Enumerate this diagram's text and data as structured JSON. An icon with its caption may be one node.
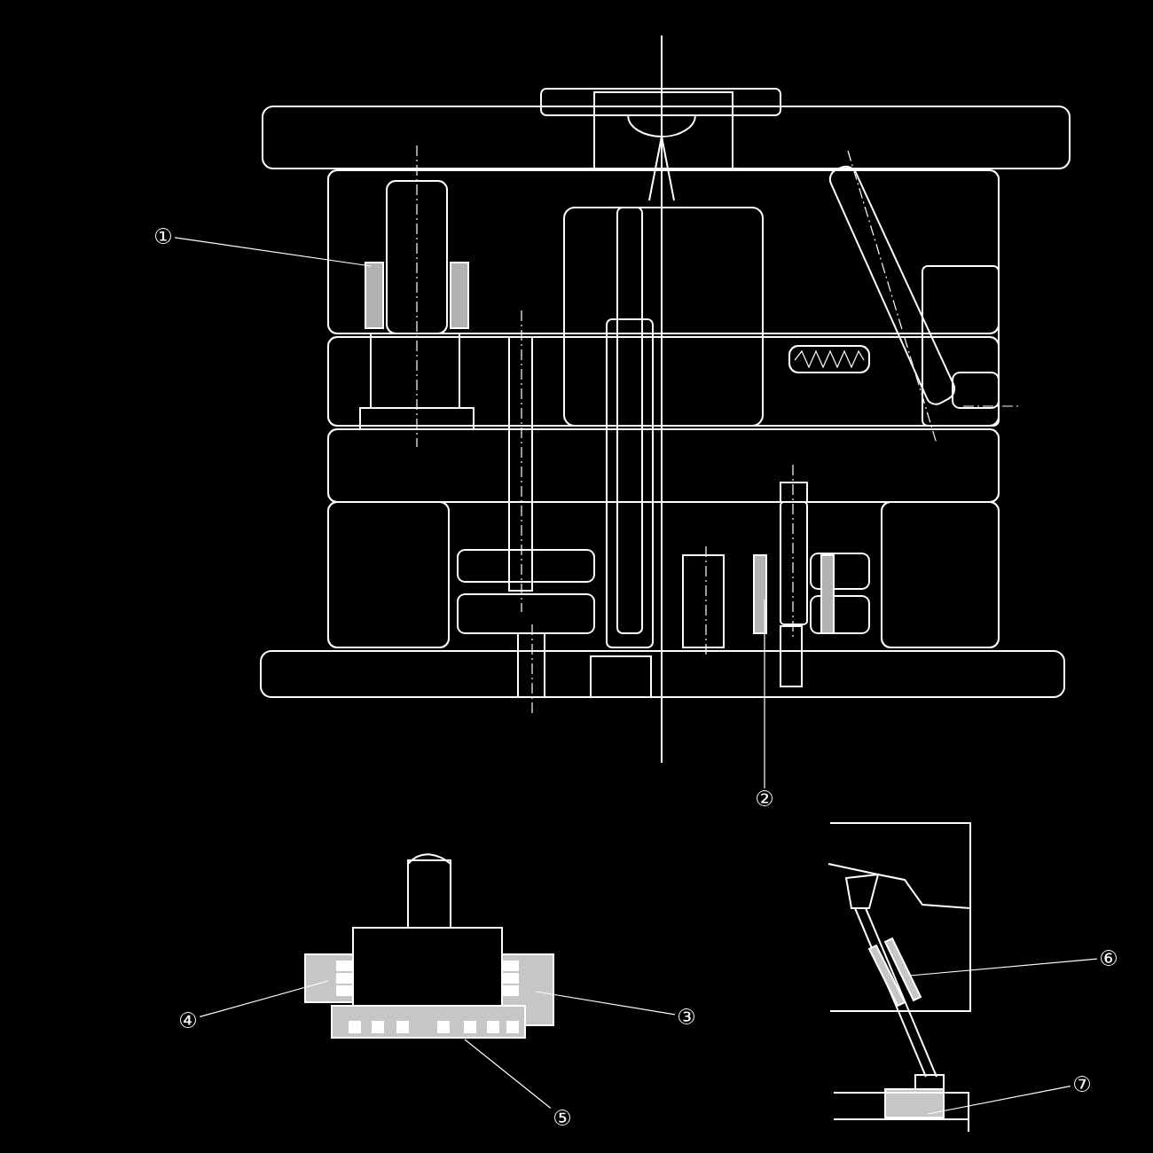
{
  "diagram": {
    "nodes": [
      {
        "text": [
          "①"
        ]
      },
      {
        "text": [
          "②"
        ]
      },
      {
        "text": [
          "③"
        ]
      },
      {
        "text": [
          "④"
        ]
      },
      {
        "text": [
          "⑤"
        ]
      },
      {
        "text": [
          "⑥"
        ]
      },
      {
        "text": [
          "⑦"
        ]
      }
    ],
    "edges": [
      {
        "from": 0,
        "to": null,
        "arrow": "none"
      },
      {
        "from": 1,
        "to": null,
        "arrow": "none"
      },
      {
        "from": 2,
        "to": null,
        "arrow": "none"
      },
      {
        "from": 3,
        "to": null,
        "arrow": "none"
      },
      {
        "from": 4,
        "to": null,
        "arrow": "none"
      },
      {
        "from": 5,
        "to": null,
        "arrow": "none"
      },
      {
        "from": 6,
        "to": null,
        "arrow": "none"
      }
    ]
  }
}
